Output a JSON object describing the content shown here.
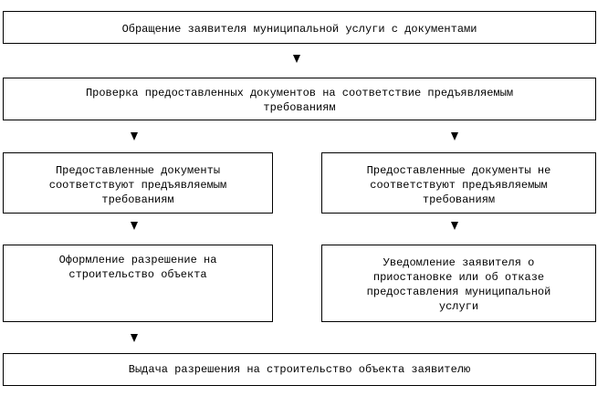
{
  "flowchart": {
    "step_application": "Обращение заявителя муниципальной услуги с документами",
    "step_check": "Проверка предоставленных документов на соответствие предъявляемым\nтребованиям",
    "branch_compliant": "Предоставленные документы\nсоответствуют предъявляемым\nтребованиям",
    "branch_noncompliant": "Предоставленные документы не\nсоответствуют предъявляемым\nтребованиям",
    "step_permit_prep": "Оформление разрешение на\nстроительство объекта",
    "step_notice": "Уведомление заявителя о\nприостановке или об отказе\nпредоставления муниципальной\nуслуги",
    "step_issue": "Выдача разрешения на строительство объекта заявителю"
  }
}
